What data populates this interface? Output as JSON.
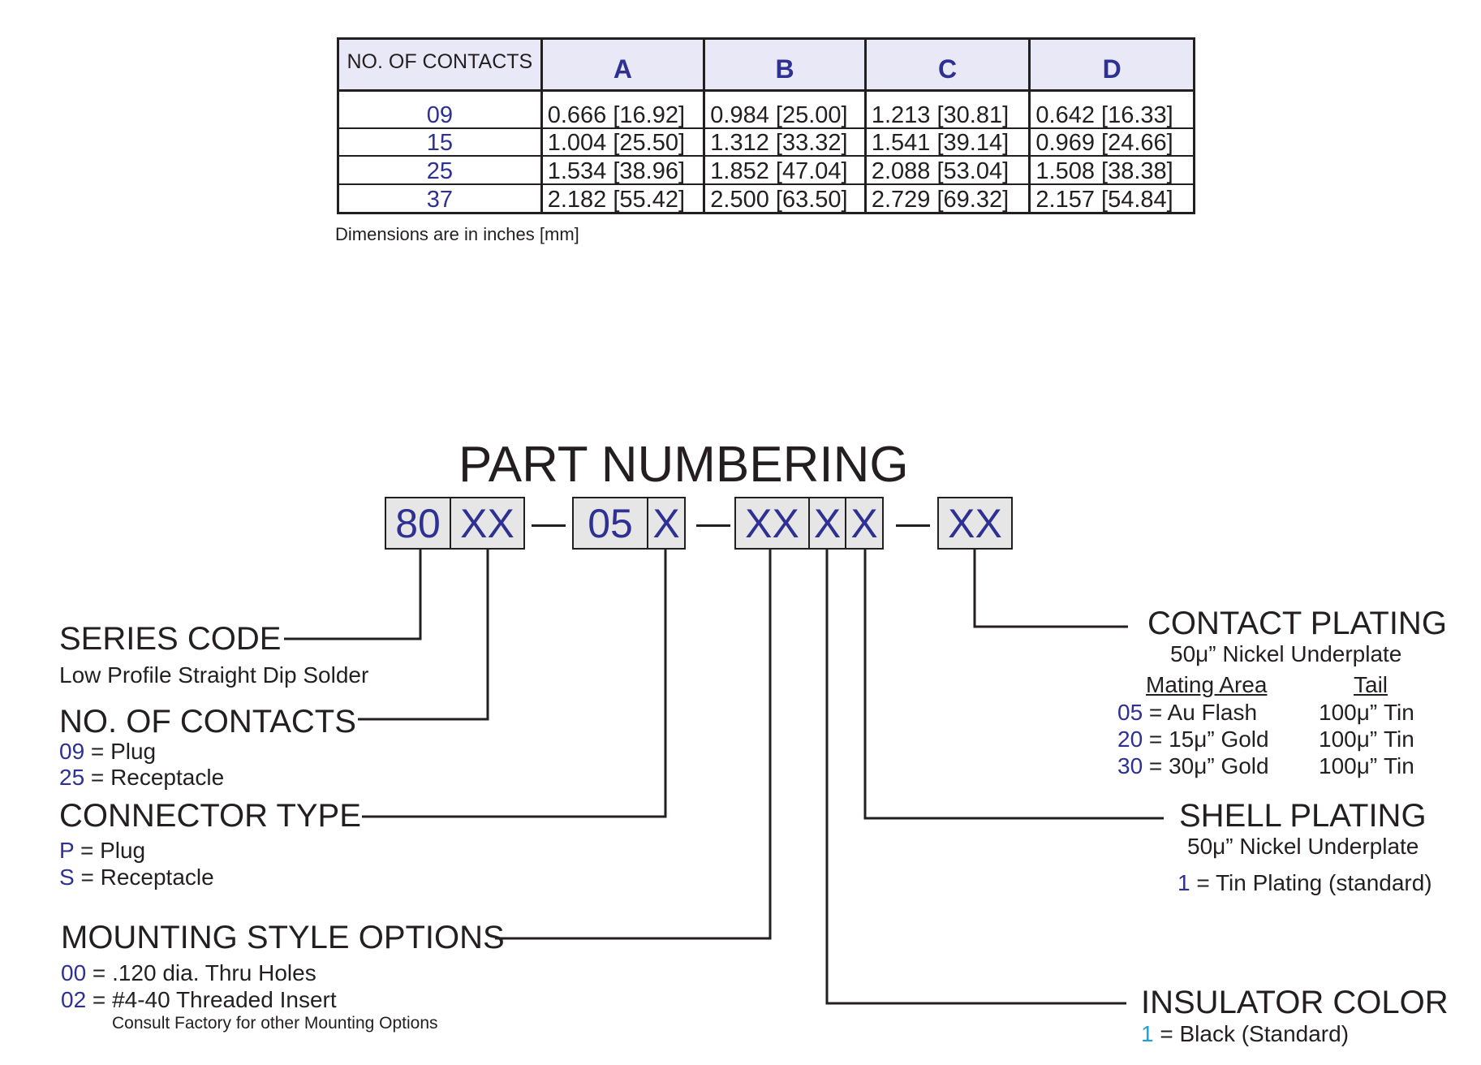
{
  "table": {
    "header": {
      "contacts": "NO. OF CONTACTS",
      "a": "A",
      "b": "B",
      "c": "C",
      "d": "D"
    },
    "rows": [
      {
        "contacts": "09",
        "a": "0.666 [16.92]",
        "b": "0.984 [25.00]",
        "c": "1.213 [30.81]",
        "d": "0.642  [16.33]"
      },
      {
        "contacts": "15",
        "a": "1.004 [25.50]",
        "b": "1.312 [33.32]",
        "c": "1.541 [39.14]",
        "d": "0.969  [24.66]"
      },
      {
        "contacts": "25",
        "a": "1.534 [38.96]",
        "b": "1.852 [47.04]",
        "c": "2.088 [53.04]",
        "d": "1.508  [38.38]"
      },
      {
        "contacts": "37",
        "a": "2.182 [55.42]",
        "b": "2.500 [63.50]",
        "c": "2.729 [69.32]",
        "d": "2.157  [54.84]"
      }
    ],
    "note": "Dimensions are in inches  [mm]"
  },
  "part_numbering": {
    "title": "PART NUMBERING",
    "boxes": [
      "80",
      "XX",
      "05",
      "X",
      "XX",
      "X",
      "X",
      "XX"
    ]
  },
  "series_code": {
    "title": "SERIES CODE",
    "desc": "Low Profile Straight Dip Solder"
  },
  "no_of_contacts": {
    "title": "NO. OF CONTACTS",
    "options": [
      {
        "code": "09",
        "desc": " = Plug"
      },
      {
        "code": "25",
        "desc": " = Receptacle"
      }
    ]
  },
  "connector_type": {
    "title": "CONNECTOR TYPE",
    "options": [
      {
        "code": "P",
        "desc": " = Plug"
      },
      {
        "code": "S",
        "desc": " = Receptacle"
      }
    ]
  },
  "mounting_style": {
    "title": "MOUNTING STYLE OPTIONS",
    "options": [
      {
        "code": "00",
        "desc": " = .120 dia. Thru Holes"
      },
      {
        "code": "02",
        "desc": " =  #4-40 Threaded Insert"
      }
    ],
    "note": "Consult Factory for other Mounting Options"
  },
  "contact_plating": {
    "title": "CONTACT PLATING",
    "subtitle": "50μ” Nickel Underplate",
    "col_mating": "Mating Area",
    "col_tail": "Tail",
    "options": [
      {
        "code": "05",
        "mating": " = Au Flash",
        "tail": "100μ” Tin"
      },
      {
        "code": "20",
        "mating": " = 15μ” Gold",
        "tail": "100μ” Tin"
      },
      {
        "code": "30",
        "mating": " = 30μ” Gold",
        "tail": "100μ” Tin"
      }
    ]
  },
  "shell_plating": {
    "title": "SHELL PLATING",
    "subtitle": "50μ” Nickel Underplate",
    "options": [
      {
        "code": "1",
        "desc": " = Tin Plating (standard)"
      }
    ]
  },
  "insulator_color": {
    "title": "INSULATOR COLOR",
    "options": [
      {
        "code": "1",
        "desc": " = Black (Standard)"
      }
    ]
  },
  "colors": {
    "code_blue": "#2e3192",
    "code_cyan": "#1aa3d6",
    "header_fill": "#e8e8f6",
    "box_fill": "#e6e6e6"
  }
}
